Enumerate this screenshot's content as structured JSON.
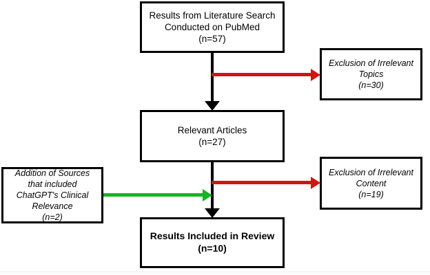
{
  "diagram": {
    "title": "Literature search flow diagram",
    "colors": {
      "box_border": "#000000",
      "background": "#ffffff",
      "flow_arrow": "#000000",
      "exclusion_arrow": "#D11414",
      "addition_arrow": "#16B422"
    },
    "boxes": {
      "search": {
        "text": "Results from Literature Search\nConducted on PubMed\n(n=57)",
        "count": 57,
        "style": "regular"
      },
      "relevant": {
        "text": "Relevant Articles\n(n=27)",
        "count": 27,
        "style": "regular"
      },
      "included": {
        "text": "Results Included in Review\n(n=10)",
        "count": 10,
        "style": "bold"
      },
      "exclusion_topics": {
        "text": "Exclusion of Irrelevant\nTopics\n(n=30)",
        "count": 30,
        "style": "italic"
      },
      "exclusion_content": {
        "text": "Exclusion of Irrelevant\nContent\n(n=19)",
        "count": 19,
        "style": "italic"
      },
      "addition_sources": {
        "text": "Addition of Sources\nthat included\nChatGPT's Clinical\nRelevance\n(n=2)",
        "count": 2,
        "style": "italic"
      }
    }
  }
}
